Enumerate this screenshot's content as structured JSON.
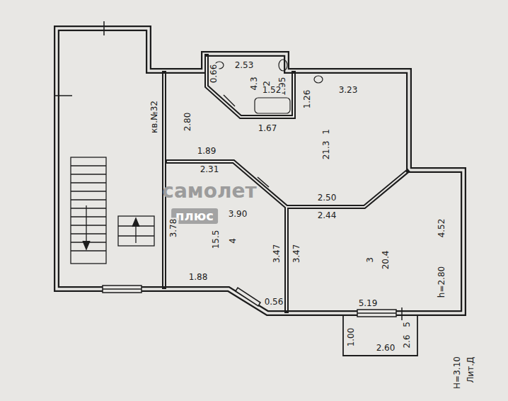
{
  "diagram": {
    "labels": [
      "кв.№32",
      "2.53",
      "0.66",
      "2",
      "4.3",
      "1.95",
      "1.52",
      "3.23",
      "1.26",
      "1.67",
      "2.80",
      "1",
      "21.3",
      "1.89",
      "2.31",
      "самолет",
      "2.50",
      "3.90",
      "2.44",
      "плюс",
      "3.78",
      "15.5",
      "4",
      "3.47",
      "3.47",
      "3",
      "20.4",
      "4.52",
      "h=2.80",
      "1.88",
      "0.56",
      "5.19",
      "5",
      "2.6",
      "1.00",
      "2.60",
      "Лит.Д",
      "Н=3.10"
    ]
  }
}
